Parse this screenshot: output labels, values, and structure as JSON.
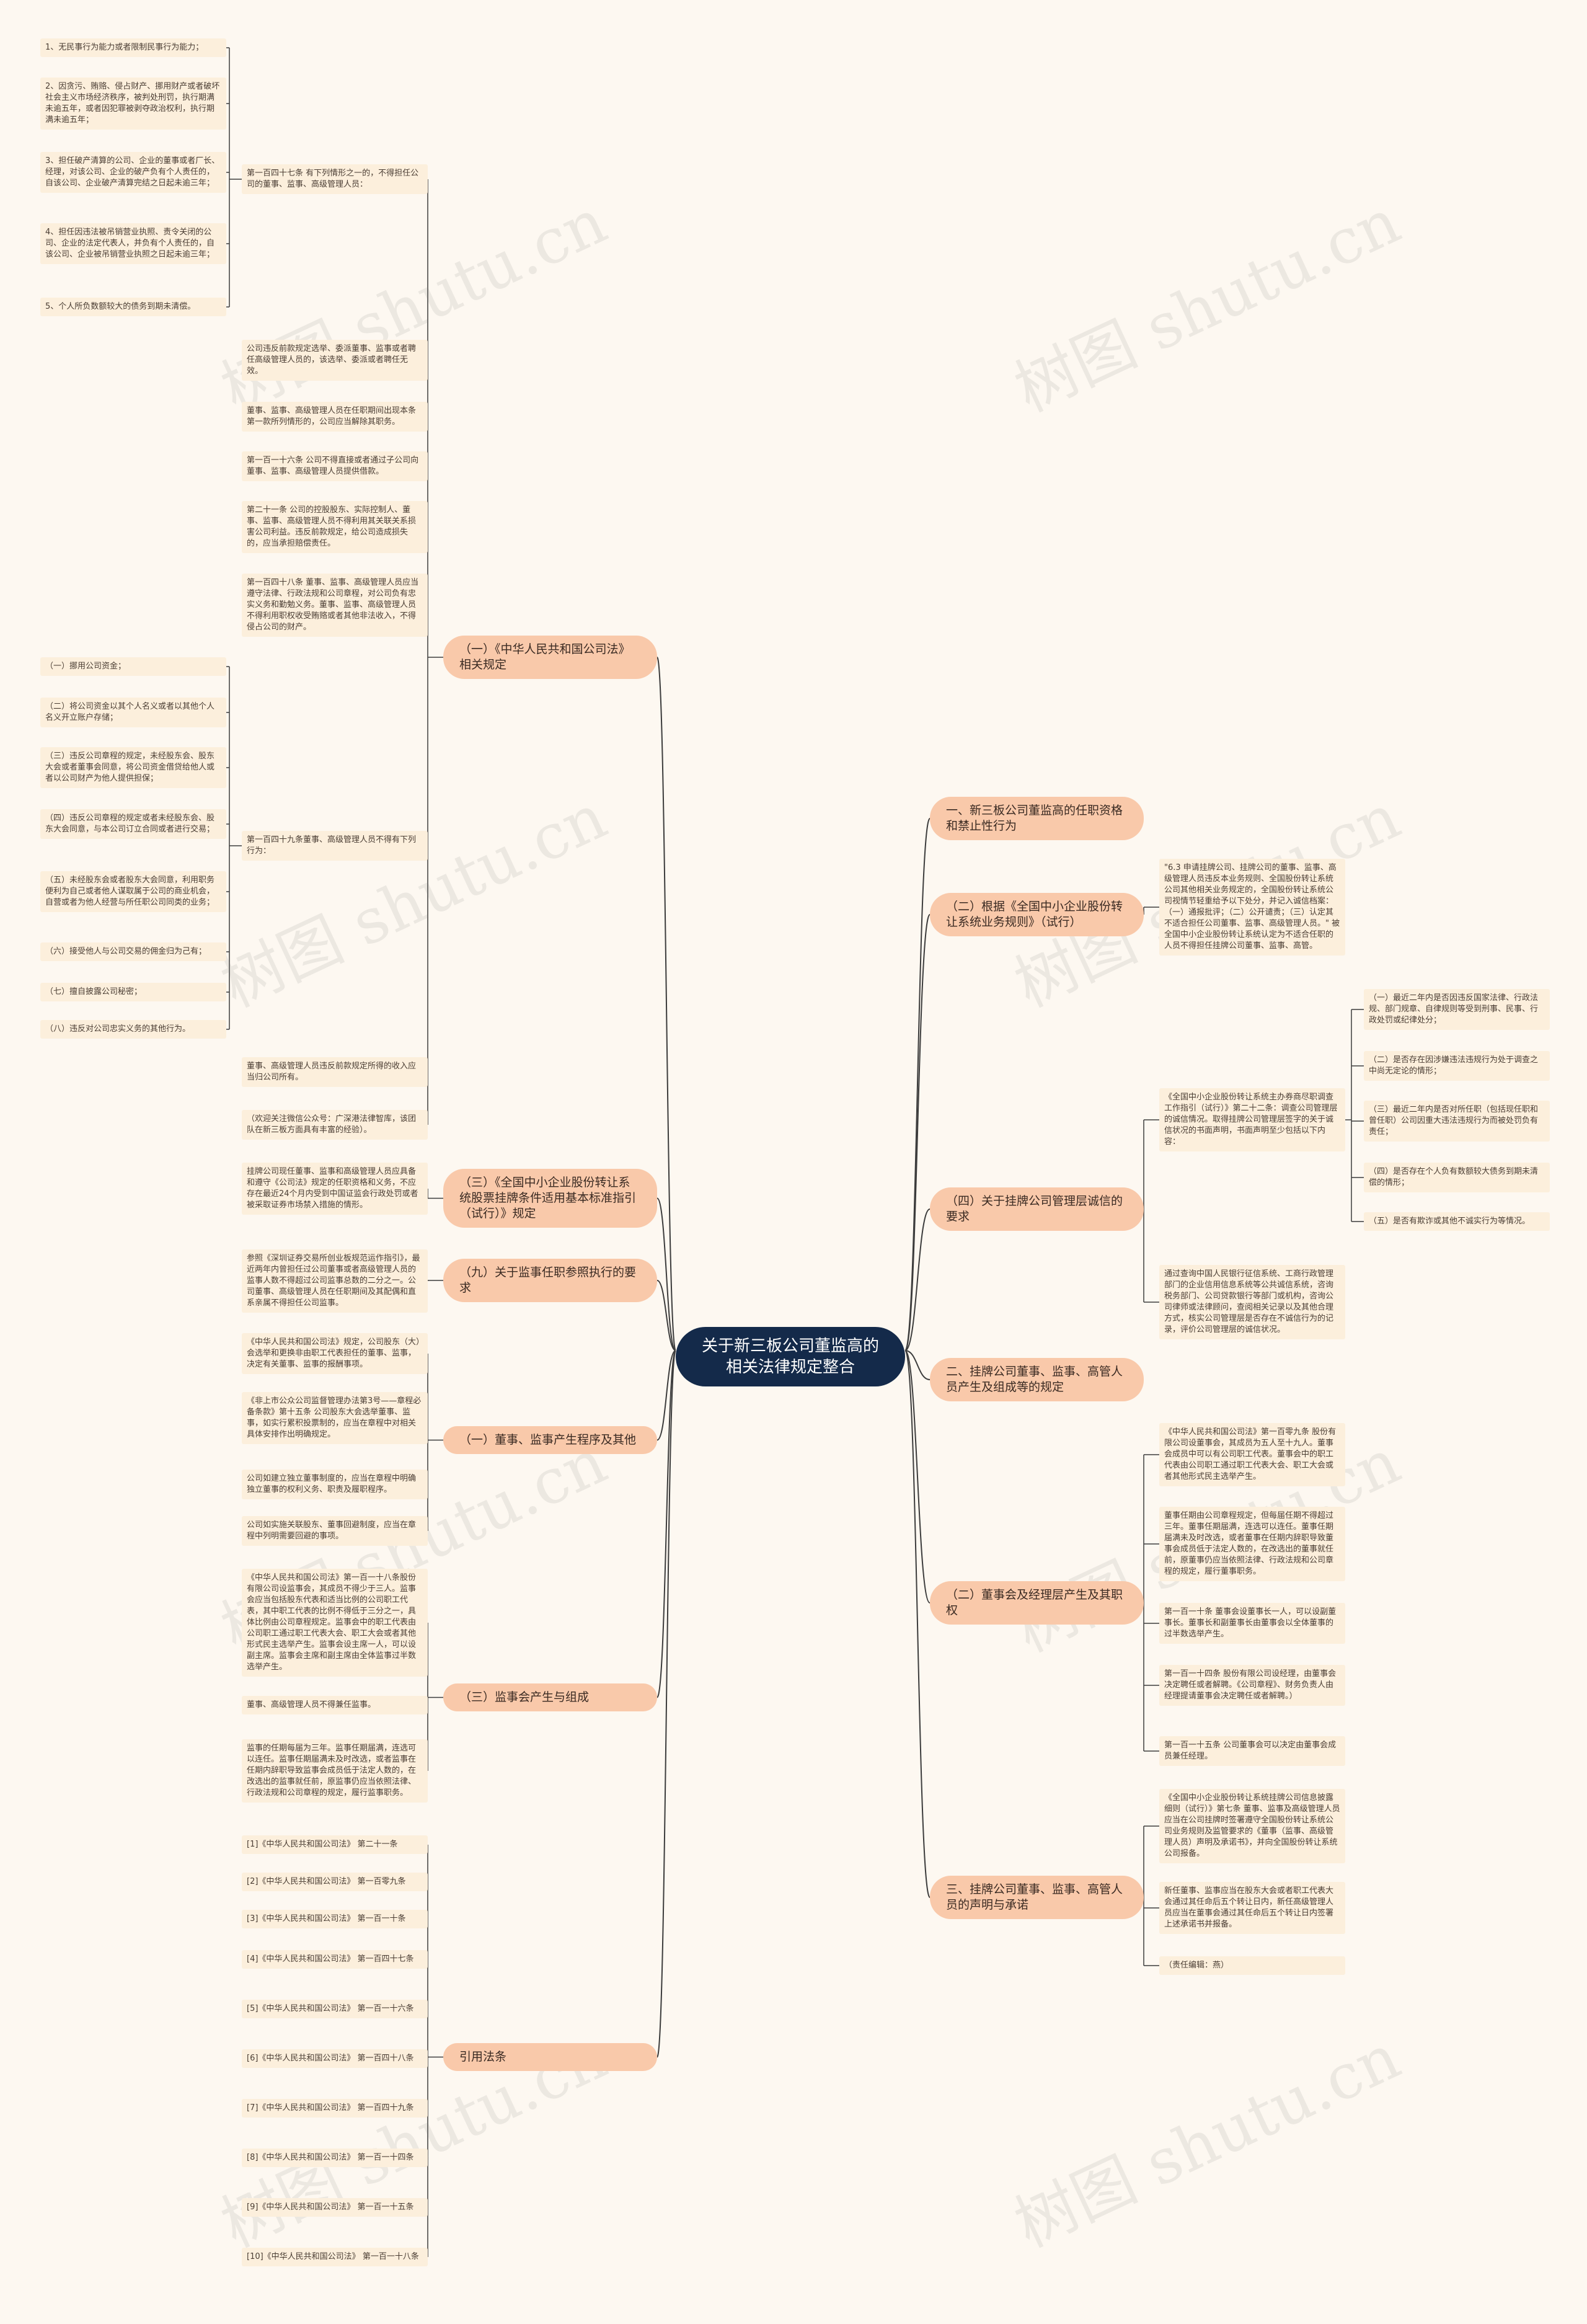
{
  "root": {
    "label": "关于新三板公司董监高的\n相关法律规定整合"
  },
  "watermark": "树图 shutu.cn",
  "colors": {
    "root": "#142a4a",
    "branch": "#f9c9aa",
    "leaf": "#fcefdc",
    "line": "#3c3c3c",
    "background": "#fdf8f1"
  },
  "left_branches": [
    {
      "label": "（一）《中华人民共和国公司法》相关规定",
      "children": [
        {
          "label": "第一百四十七条 有下列情形之一的，不得担任公司的董事、监事、高级管理人员：",
          "children": [
            "1、无民事行为能力或者限制民事行为能力；",
            "2、因贪污、贿赂、侵占财产、挪用财产或者破坏社会主义市场经济秩序，被判处刑罚，执行期满未逾五年，或者因犯罪被剥夺政治权利，执行期满未逾五年；",
            "3、担任破产清算的公司、企业的董事或者厂长、经理，对该公司、企业的破产负有个人责任的，自该公司、企业破产清算完结之日起未逾三年；",
            "4、担任因违法被吊销营业执照、责令关闭的公司、企业的法定代表人，并负有个人责任的，自该公司、企业被吊销营业执照之日起未逾三年；",
            "5、个人所负数额较大的债务到期未清偿。"
          ]
        },
        {
          "label": "公司违反前款规定选举、委派董事、监事或者聘任高级管理人员的，该选举、委派或者聘任无效。",
          "children": []
        },
        {
          "label": "董事、监事、高级管理人员在任职期间出现本条第一款所列情形的，公司应当解除其职务。",
          "children": []
        },
        {
          "label": "第一百一十六条 公司不得直接或者通过子公司向董事、监事、高级管理人员提供借款。",
          "children": []
        },
        {
          "label": "第二十一条 公司的控股股东、实际控制人、董事、监事、高级管理人员不得利用其关联关系损害公司利益。违反前款规定，给公司造成损失的，应当承担赔偿责任。",
          "children": []
        },
        {
          "label": "第一百四十八条 董事、监事、高级管理人员应当遵守法律、行政法规和公司章程，对公司负有忠实义务和勤勉义务。董事、监事、高级管理人员不得利用职权收受贿赂或者其他非法收入，不得侵占公司的财产。",
          "children": []
        },
        {
          "label": "第一百四十九条董事、高级管理人员不得有下列行为：",
          "children": [
            "（一）挪用公司资金；",
            "（二）将公司资金以其个人名义或者以其他个人名义开立账户存储；",
            "（三）违反公司章程的规定，未经股东会、股东大会或者董事会同意，将公司资金借贷给他人或者以公司财产为他人提供担保；",
            "（四）违反公司章程的规定或者未经股东会、股东大会同意，与本公司订立合同或者进行交易；",
            "（五）未经股东会或者股东大会同意，利用职务便利为自己或者他人谋取属于公司的商业机会，自营或者为他人经营与所任职公司同类的业务；",
            "（六）接受他人与公司交易的佣金归为己有；",
            "（七）擅自披露公司秘密；",
            "（八）违反对公司忠实义务的其他行为。"
          ]
        },
        {
          "label": "董事、高级管理人员违反前款规定所得的收入应当归公司所有。",
          "children": []
        },
        {
          "label": "（欢迎关注微信公众号：广深港法律智库，该团队在新三板方面具有丰富的经验）。",
          "children": []
        }
      ]
    },
    {
      "label": "（三）《全国中小企业股份转让系统股票挂牌条件适用基本标准指引（试行）》规定",
      "children": [
        {
          "label": "挂牌公司现任董事、监事和高级管理人员应具备和遵守《公司法》规定的任职资格和义务，不应存在最近24个月内受到中国证监会行政处罚或者被采取证券市场禁入措施的情形。",
          "children": []
        }
      ]
    },
    {
      "label": "（九）关于监事任职参照执行的要求",
      "children": [
        {
          "label": "参照《深圳证券交易所创业板规范运作指引》，最近两年内曾担任过公司董事或者高级管理人员的监事人数不得超过公司监事总数的二分之一。公司董事、高级管理人员在任职期间及其配偶和直系亲属不得担任公司监事。",
          "children": []
        }
      ]
    },
    {
      "label": "（一）董事、监事产生程序及其他",
      "children": [
        {
          "label": "《中华人民共和国公司法》规定，公司股东（大）会选举和更换非由职工代表担任的董事、监事，决定有关董事、监事的报酬事项。",
          "children": []
        },
        {
          "label": "《非上市公众公司监督管理办法第3号——章程必备条款》第十五条 公司股东大会选举董事、监事，如实行累积投票制的，应当在章程中对相关具体安排作出明确规定。",
          "children": []
        },
        {
          "label": "公司如建立独立董事制度的，应当在章程中明确独立董事的权利义务、职责及履职程序。",
          "children": []
        },
        {
          "label": "公司如实施关联股东、董事回避制度，应当在章程中列明需要回避的事项。",
          "children": []
        }
      ]
    },
    {
      "label": "（三）监事会产生与组成",
      "children": [
        {
          "label": "《中华人民共和国公司法》第一百一十八条股份有限公司设监事会，其成员不得少于三人。监事会应当包括股东代表和适当比例的公司职工代表，其中职工代表的比例不得低于三分之一，具体比例由公司章程规定。监事会中的职工代表由公司职工通过职工代表大会、职工大会或者其他形式民主选举产生。监事会设主席一人，可以设副主席。监事会主席和副主席由全体监事过半数选举产生。",
          "children": []
        },
        {
          "label": "董事、高级管理人员不得兼任监事。",
          "children": []
        },
        {
          "label": "监事的任期每届为三年。监事任期届满，连选可以连任。监事任期届满未及时改选，或者监事在任期内辞职导致监事会成员低于法定人数的，在改选出的监事就任前，原监事仍应当依照法律、行政法规和公司章程的规定，履行监事职务。",
          "children": []
        }
      ]
    },
    {
      "label": "引用法条",
      "children": [
        {
          "label": "[1]《中华人民共和国公司法》 第二十一条",
          "children": []
        },
        {
          "label": "[2]《中华人民共和国公司法》 第一百零九条",
          "children": []
        },
        {
          "label": "[3]《中华人民共和国公司法》 第一百一十条",
          "children": []
        },
        {
          "label": "[4]《中华人民共和国公司法》 第一百四十七条",
          "children": []
        },
        {
          "label": "[5]《中华人民共和国公司法》 第一百一十六条",
          "children": []
        },
        {
          "label": "[6]《中华人民共和国公司法》 第一百四十八条",
          "children": []
        },
        {
          "label": "[7]《中华人民共和国公司法》 第一百四十九条",
          "children": []
        },
        {
          "label": "[8]《中华人民共和国公司法》 第一百一十四条",
          "children": []
        },
        {
          "label": "[9]《中华人民共和国公司法》 第一百一十五条",
          "children": []
        },
        {
          "label": "[10]《中华人民共和国公司法》 第一百一十八条",
          "children": []
        }
      ]
    }
  ],
  "right_branches": [
    {
      "label": "一、新三板公司董监高的任职资格和禁止性行为",
      "children": []
    },
    {
      "label": "（二）根据《全国中小企业股份转让系统业务规则》（试行）",
      "children": [
        {
          "label": "\"6.3 申请挂牌公司、挂牌公司的董事、监事、高级管理人员违反本业务规则、全国股份转让系统公司其他相关业务规定的，全国股份转让系统公司视情节轻重给予以下处分，并记入诚信档案：（一）通报批评；（二）公开谴责；（三）认定其不适合担任公司董事、监事、高级管理人员。\" 被全国中小企业股份转让系统认定为不适合任职的人员不得担任挂牌公司董事、监事、高管。",
          "children": []
        }
      ]
    },
    {
      "label": "（四）关于挂牌公司管理层诚信的要求",
      "children": [
        {
          "label": "《全国中小企业股份转让系统主办券商尽职调查工作指引（试行）》第二十二条：调查公司管理层的诚信情况。取得挂牌公司管理层签字的关于诚信状况的书面声明，书面声明至少包括以下内容：",
          "children": [
            "（一）最近二年内是否因违反国家法律、行政法规、部门规章、自律规则等受到刑事、民事、行政处罚或纪律处分；",
            "（二）是否存在因涉嫌违法违规行为处于调查之中尚无定论的情形；",
            "（三）最近二年内是否对所任职（包括现任职和曾任职）公司因重大违法违规行为而被处罚负有责任；",
            "（四）是否存在个人负有数额较大债务到期未清偿的情形；",
            "（五）是否有欺诈或其他不诚实行为等情况。"
          ]
        },
        {
          "label": "通过查询中国人民银行征信系统、工商行政管理部门的企业信用信息系统等公共诚信系统，咨询税务部门、公司贷款银行等部门或机构，咨询公司律师或法律顾问，查阅相关记录以及其他合理方式，核实公司管理层是否存在不诚信行为的记录，评价公司管理层的诚信状况。",
          "children": []
        }
      ]
    },
    {
      "label": "二、挂牌公司董事、监事、高管人员产生及组成等的规定",
      "children": []
    },
    {
      "label": "（二）董事会及经理层产生及其职权",
      "children": [
        {
          "label": "《中华人民共和国公司法》第一百零九条 股份有限公司设董事会，其成员为五人至十九人。董事会成员中可以有公司职工代表。董事会中的职工代表由公司职工通过职工代表大会、职工大会或者其他形式民主选举产生。",
          "children": []
        },
        {
          "label": "董事任期由公司章程规定，但每届任期不得超过三年。董事任期届满，连选可以连任。董事任期届满未及时改选，或者董事在任期内辞职导致董事会成员低于法定人数的，在改选出的董事就任前，原董事仍应当依照法律、行政法规和公司章程的规定，履行董事职务。",
          "children": []
        },
        {
          "label": "第一百一十条 董事会设董事长一人，可以设副董事长。董事长和副董事长由董事会以全体董事的过半数选举产生。",
          "children": []
        },
        {
          "label": "第一百一十四条 股份有限公司设经理，由董事会决定聘任或者解聘。《公司章程》、财务负责人由经理提请董事会决定聘任或者解聘。）",
          "children": []
        },
        {
          "label": "第一百一十五条 公司董事会可以决定由董事会成员兼任经理。",
          "children": []
        }
      ]
    },
    {
      "label": "三、挂牌公司董事、监事、高管人员的声明与承诺",
      "children": [
        {
          "label": "《全国中小企业股份转让系统挂牌公司信息披露细则（试行）》第七条 董事、监事及高级管理人员应当在公司挂牌时签署遵守全国股份转让系统公司业务规则及监管要求的《董事（监事、高级管理人员）声明及承诺书》，并向全国股份转让系统公司报备。",
          "children": []
        },
        {
          "label": "新任董事、监事应当在股东大会或者职工代表大会通过其任命后五个转让日内，新任高级管理人员应当在董事会通过其任命后五个转让日内签署上述承诺书并报备。",
          "children": []
        },
        {
          "label": "（责任编辑：燕）",
          "children": []
        }
      ]
    }
  ]
}
